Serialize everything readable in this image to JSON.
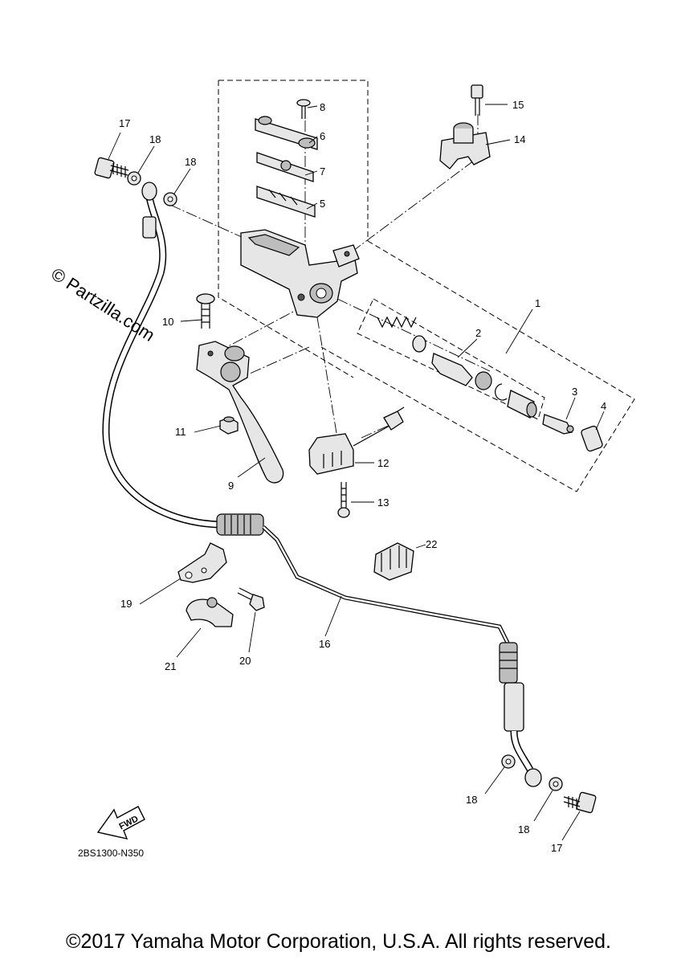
{
  "watermark": "© Partzilla.com",
  "diagram_code": "2BS1300-N350",
  "fwd_label": "FWD",
  "copyright": "©2017 Yamaha Motor Corporation, U.S.A. All rights reserved.",
  "callouts": {
    "c1": "1",
    "c2": "2",
    "c3": "3",
    "c4": "4",
    "c5": "5",
    "c6": "6",
    "c7": "7",
    "c8": "8",
    "c9": "9",
    "c10": "10",
    "c11": "11",
    "c12": "12",
    "c13": "13",
    "c14": "14",
    "c15": "15",
    "c16": "16",
    "c17a": "17",
    "c17b": "17",
    "c18a": "18",
    "c18b": "18",
    "c18c": "18",
    "c18d": "18",
    "c19": "19",
    "c20": "20",
    "c21": "21",
    "c22": "22"
  },
  "icons": {
    "fwd": "fwd-arrow-icon"
  }
}
